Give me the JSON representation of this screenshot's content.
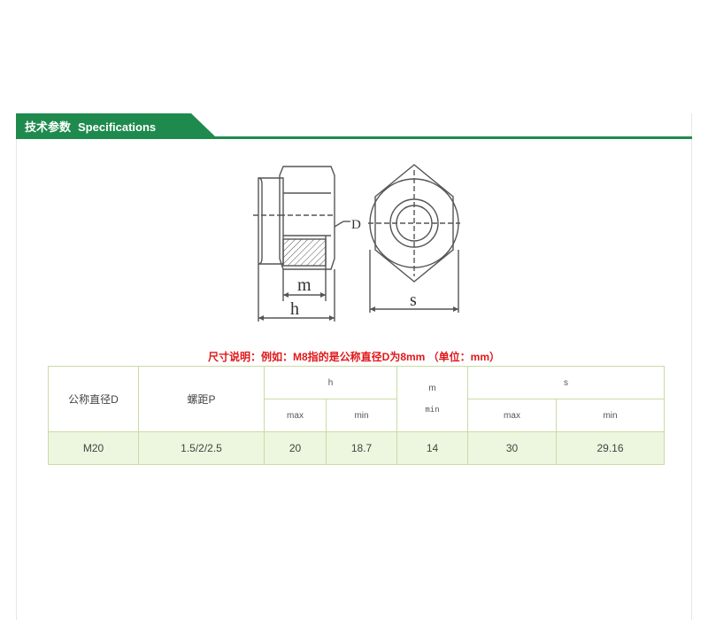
{
  "header": {
    "title_cn": "技术参数",
    "title_en": "Specifications",
    "colors": {
      "band": "#1f8a4d",
      "line": "#1f8a4d"
    }
  },
  "drawing": {
    "labels": {
      "d": "D",
      "m": "m",
      "h": "h",
      "s": "s"
    }
  },
  "note": "尺寸说明：例如：M8指的是公称直径D为8mm （单位：mm）",
  "table": {
    "headers": {
      "nominal": "公称直径D",
      "pitch": "螺距P",
      "h": "h",
      "m": "m",
      "m_unit": "min",
      "s": "s",
      "max": "max",
      "min": "min"
    },
    "rows": [
      {
        "nominal": "M20",
        "pitch": "1.5/2/2.5",
        "h_max": "20",
        "h_min": "18.7",
        "m_min": "14",
        "s_max": "30",
        "s_min": "29.16"
      }
    ]
  }
}
